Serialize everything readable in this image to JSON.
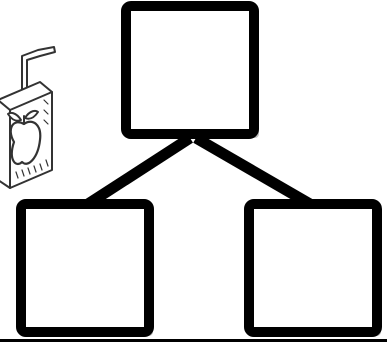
{
  "diagram": {
    "type": "tree",
    "nodes": [
      {
        "id": "root",
        "label": ""
      },
      {
        "id": "left-child",
        "label": ""
      },
      {
        "id": "right-child",
        "label": ""
      }
    ],
    "edges": [
      {
        "from": "root",
        "to": "left-child"
      },
      {
        "from": "root",
        "to": "right-child"
      }
    ]
  },
  "illustration": {
    "icon": "juice-box-icon",
    "description_name": "apple-juice-box"
  },
  "colors": {
    "stroke": "#000000",
    "box_fill": "#ffffff",
    "box_shadow": "#9a9a9a",
    "background": "#ffffff"
  }
}
